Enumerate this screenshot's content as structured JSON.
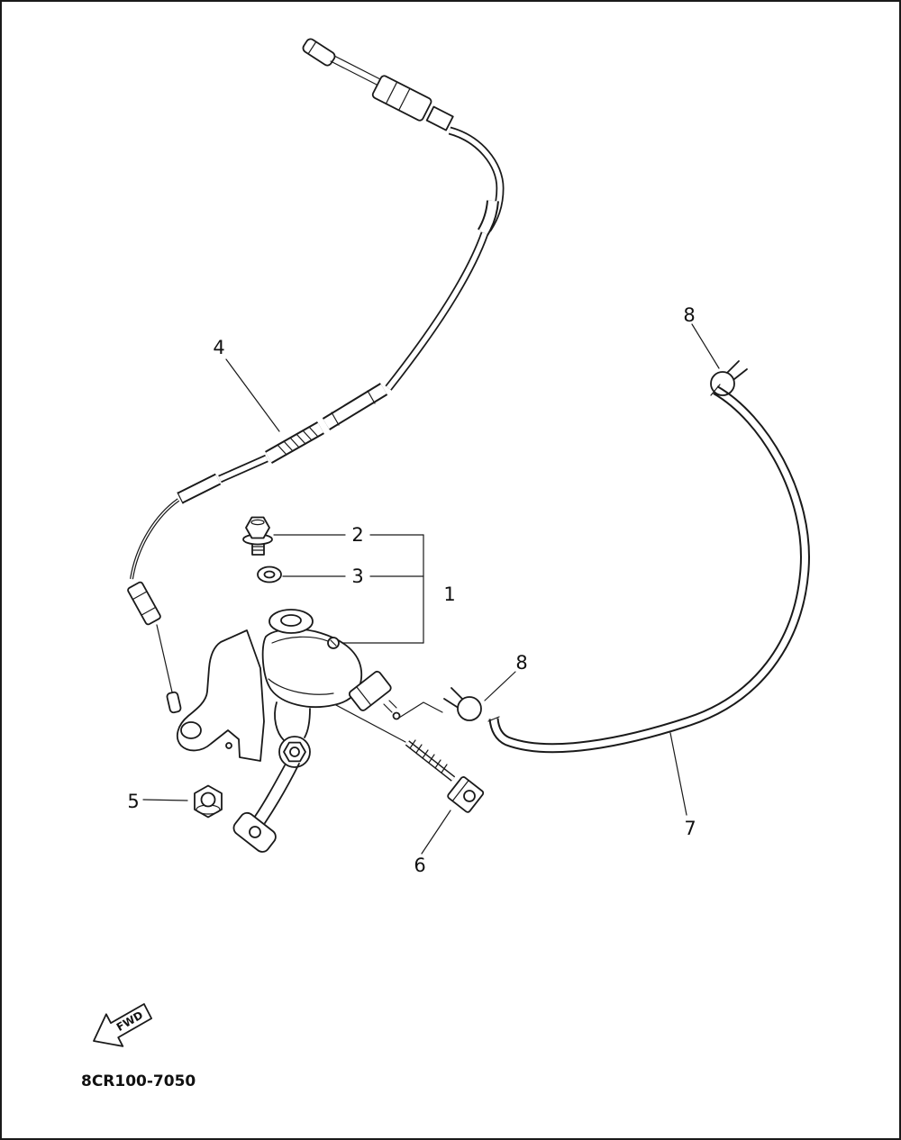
{
  "diagram": {
    "part_code": "8CR100-7050",
    "fwd_label": "FWD",
    "colors": {
      "line": "#1a1a1a",
      "background": "#ffffff"
    },
    "callouts": [
      {
        "ref": "4",
        "part": "pump-cable-assembly"
      },
      {
        "ref": "2",
        "part": "bolt"
      },
      {
        "ref": "3",
        "part": "washer"
      },
      {
        "ref": "1",
        "part": "oil-pump-assembly"
      },
      {
        "ref": "8",
        "part": "hose-clamp-upper"
      },
      {
        "ref": "8",
        "part": "hose-clamp-lower"
      },
      {
        "ref": "5",
        "part": "flange-nut"
      },
      {
        "ref": "6",
        "part": "socket-screw"
      },
      {
        "ref": "7",
        "part": "breather-hose"
      }
    ]
  }
}
